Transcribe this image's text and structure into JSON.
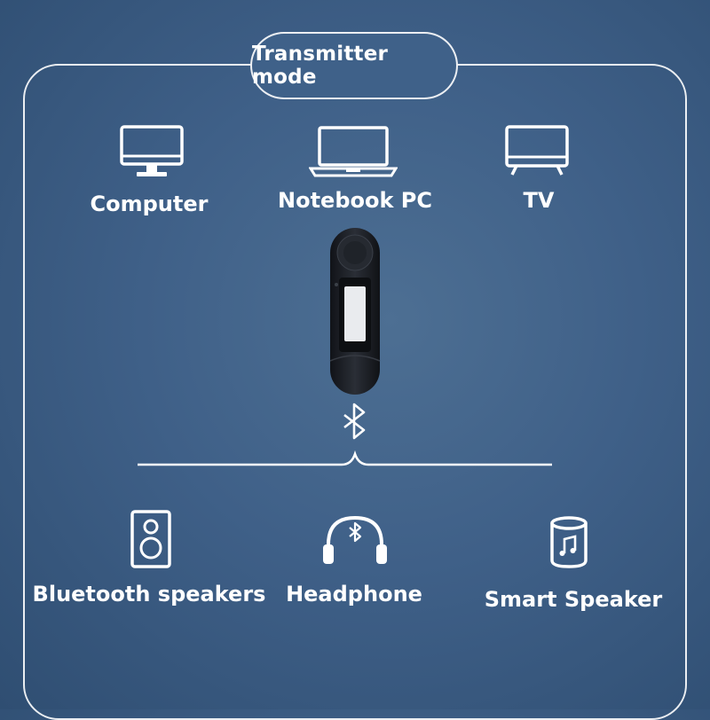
{
  "title": "Transmitter mode",
  "sources": [
    {
      "label": "Computer",
      "icon": "monitor-icon"
    },
    {
      "label": "Notebook PC",
      "icon": "laptop-icon"
    },
    {
      "label": "TV",
      "icon": "tv-icon"
    }
  ],
  "receivers": [
    {
      "label": "Bluetooth speakers",
      "icon": "speaker-box-icon"
    },
    {
      "label": "Headphone",
      "icon": "bluetooth-headphone-icon"
    },
    {
      "label": "Smart Speaker",
      "icon": "smart-speaker-icon"
    }
  ],
  "connection_icon": "bluetooth-icon",
  "colors": {
    "background": "#3f6088",
    "foreground": "#ffffff",
    "device": "#1b1e24"
  }
}
